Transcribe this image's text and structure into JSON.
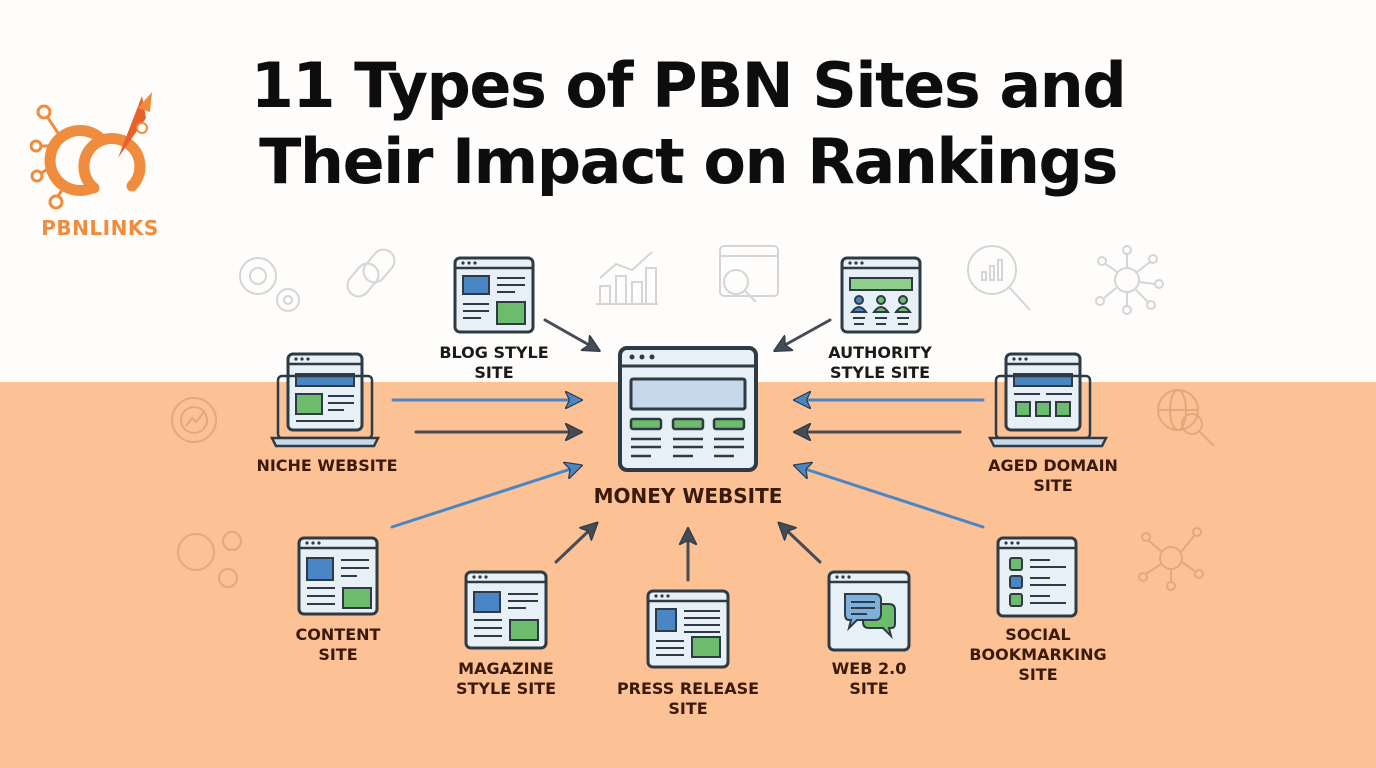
{
  "title": {
    "line1": "11 Types of PBN Sites and",
    "line2": "Their Impact on Rankings"
  },
  "logo": {
    "text": "PBNLINKS",
    "color": "#f08c3e"
  },
  "center": {
    "label": "MONEY WEBSITE",
    "icon": "browser-window-icon"
  },
  "nodes": [
    {
      "id": "blog-style-site",
      "label": "BLOG STYLE\nSITE",
      "icon": "blog-page-icon"
    },
    {
      "id": "authority-style-site",
      "label": "AUTHORITY\nSTYLE SITE",
      "icon": "authority-users-icon"
    },
    {
      "id": "niche-website",
      "label": "NICHE WEBSITE",
      "icon": "laptop-page-icon"
    },
    {
      "id": "aged-domain-site",
      "label": "AGED DOMAIN\nSITE",
      "icon": "laptop-grid-icon"
    },
    {
      "id": "content-site",
      "label": "CONTENT\nSITE",
      "icon": "content-page-icon"
    },
    {
      "id": "magazine-style-site",
      "label": "MAGAZINE\nSTYLE SITE",
      "icon": "magazine-page-icon"
    },
    {
      "id": "press-release-site",
      "label": "PRESS RELEASE\nSITE",
      "icon": "press-page-icon"
    },
    {
      "id": "web-2-site",
      "label": "WEB 2.0\nSITE",
      "icon": "chat-bubbles-icon"
    },
    {
      "id": "social-bookmarking-site",
      "label": "SOCIAL\nBOOKMARKING\nSITE",
      "icon": "bookmark-list-icon"
    }
  ],
  "decorative_icons": [
    "gears-icon",
    "link-chain-icon",
    "bar-chart-icon",
    "browser-search-icon",
    "magnifier-chart-icon",
    "network-user-icon",
    "gear-trend-icon",
    "gears-cluster-icon",
    "globe-search-icon",
    "network-user-icon"
  ],
  "colors": {
    "background_top": "#fefdfb",
    "background_bottom": "#fdc196",
    "accent_orange": "#f08c3e",
    "arrow_blue": "#4a86c5",
    "arrow_dark": "#454c55",
    "block_blue": "#4a86c5",
    "block_green": "#6dbb6d",
    "outline": "#2e3a44",
    "window_fill": "#e8f0f7"
  }
}
